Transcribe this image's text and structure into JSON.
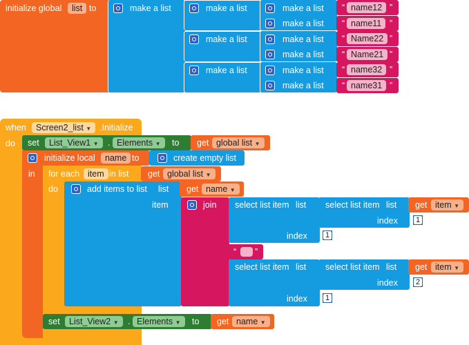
{
  "global_init": {
    "initialize_global": "initialize global",
    "var_name": "list",
    "to": "to"
  },
  "list_blocks": {
    "make_a_list": "make a list",
    "names": [
      "name12",
      "name11",
      "Name22",
      "Name21",
      "name32",
      "name31"
    ]
  },
  "event": {
    "when": "when",
    "component": "Screen2_list",
    "event_name": ".Initialize",
    "do": "do"
  },
  "set1": {
    "set": "set",
    "component": "List_View1",
    "dot": ".",
    "property": "Elements",
    "to": "to",
    "get": "get",
    "get_value": "global list"
  },
  "local": {
    "initialize_local": "initialize local",
    "var_name": "name",
    "to": "to",
    "create_empty_list": "create empty list",
    "in": "in"
  },
  "foreach": {
    "for_each": "for each",
    "item": "item",
    "in_list": "in list",
    "get": "get",
    "get_value": "global list",
    "do": "do"
  },
  "add_items": {
    "label": "add items to list",
    "list": "list",
    "get": "get",
    "get_value": "name",
    "item": "item"
  },
  "join": {
    "label": "join",
    "quote_open": "“",
    "quote_close": "”"
  },
  "select": {
    "label": "select list item",
    "list": "list",
    "index": "index",
    "get": "get",
    "get_value": "item",
    "index_values": [
      "1",
      "1",
      "2",
      "1"
    ]
  },
  "set2": {
    "set": "set",
    "component": "List_View2",
    "dot": ".",
    "property": "Elements",
    "to": "to",
    "get": "get",
    "get_value": "name"
  },
  "colors": {
    "variables": "#f26522",
    "lists": "#149be0",
    "text": "#d6175f",
    "control": "#fba81d",
    "components": "#2e7d32",
    "math": "#2a5fb0",
    "local_var": "#f26522"
  }
}
